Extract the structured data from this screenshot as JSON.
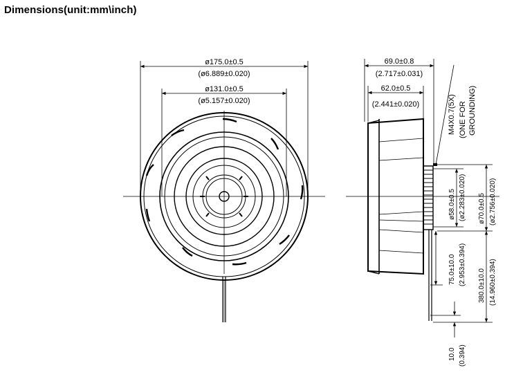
{
  "title": "Dimensions(unit:mm\\inch)",
  "colors": {
    "line": "#000000",
    "background": "#ffffff"
  },
  "front_view": {
    "outer_diameter_mm": "ø175.0±0.5",
    "outer_diameter_in": "(ø6.889±0.020)",
    "inner_diameter_mm": "ø131.0±0.5",
    "inner_diameter_in": "(ø5.157±0.020)"
  },
  "side_view": {
    "total_depth_mm": "69.0±0.8",
    "total_depth_in": "(2.717±0.031)",
    "impeller_depth_mm": "62.0±0.5",
    "impeller_depth_in": "(2.441±0.020)",
    "screw_note_1": "M4X0.7(5X)",
    "screw_note_2": "(ONE FOR",
    "screw_note_3": "GROUNDING)",
    "hub_diameter_mm": "ø58.0±0.5",
    "hub_diameter_in": "(ø2.283±0.020)",
    "flange_diameter_mm": "ø70.0±0.5",
    "flange_diameter_in": "(ø2.756±0.020)",
    "lead_short_mm": "75.0±10.0",
    "lead_short_in": "(2.953±0.394)",
    "lead_long_mm": "380.0±10.0",
    "lead_long_in": "(14.960±0.394)",
    "strip_mm": "10.0",
    "strip_in": "(0.394)"
  }
}
